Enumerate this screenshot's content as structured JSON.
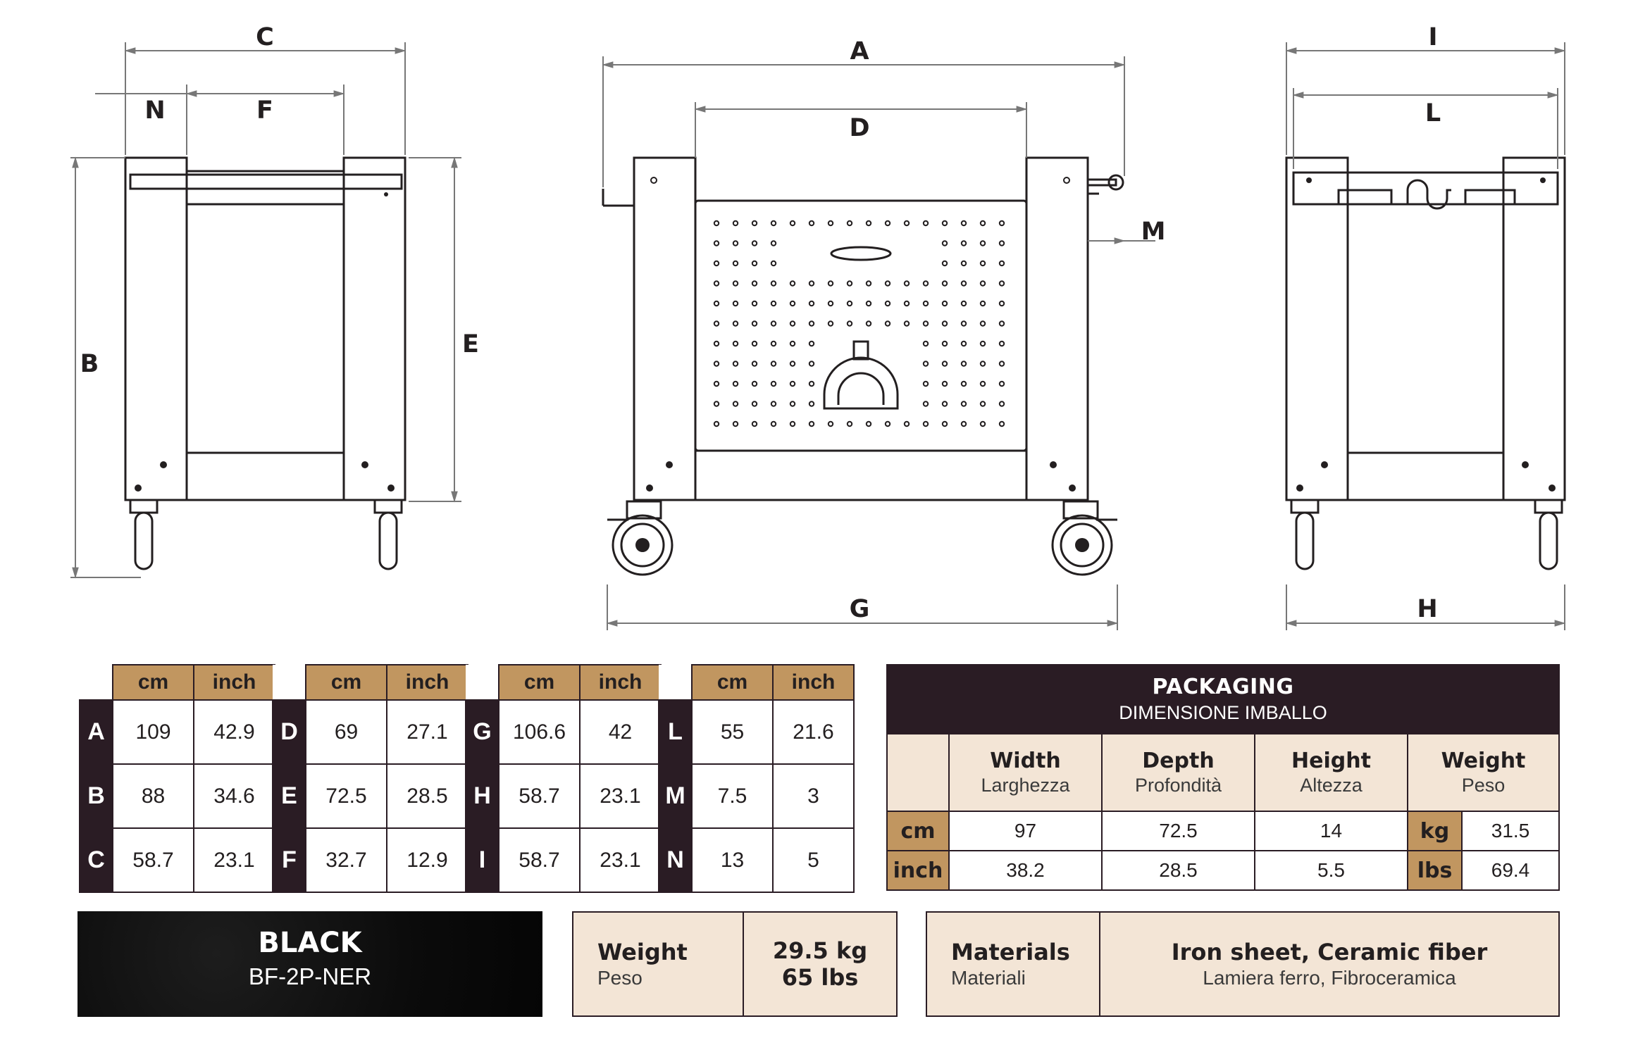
{
  "dimension_labels": {
    "A": "A",
    "B": "B",
    "C": "C",
    "D": "D",
    "E": "E",
    "F": "F",
    "G": "G",
    "H": "H",
    "I": "I",
    "L": "L",
    "M": "M",
    "N": "N"
  },
  "unit_headers": {
    "cm": "cm",
    "inch": "inch"
  },
  "dimension_tables": [
    {
      "rows": [
        {
          "letter": "A",
          "cm": "109",
          "inch": "42.9"
        },
        {
          "letter": "B",
          "cm": "88",
          "inch": "34.6"
        },
        {
          "letter": "C",
          "cm": "58.7",
          "inch": "23.1"
        }
      ]
    },
    {
      "rows": [
        {
          "letter": "D",
          "cm": "69",
          "inch": "27.1"
        },
        {
          "letter": "E",
          "cm": "72.5",
          "inch": "28.5"
        },
        {
          "letter": "F",
          "cm": "32.7",
          "inch": "12.9"
        }
      ]
    },
    {
      "rows": [
        {
          "letter": "G",
          "cm": "106.6",
          "inch": "42"
        },
        {
          "letter": "H",
          "cm": "58.7",
          "inch": "23.1"
        },
        {
          "letter": "I",
          "cm": "58.7",
          "inch": "23.1"
        }
      ]
    },
    {
      "rows": [
        {
          "letter": "L",
          "cm": "55",
          "inch": "21.6"
        },
        {
          "letter": "M",
          "cm": "7.5",
          "inch": "3"
        },
        {
          "letter": "N",
          "cm": "13",
          "inch": "5"
        }
      ]
    }
  ],
  "packaging": {
    "title": "PACKAGING",
    "subtitle": "DIMENSIONE IMBALLO",
    "columns": [
      {
        "label": "Width",
        "sub": "Larghezza"
      },
      {
        "label": "Depth",
        "sub": "Profondità"
      },
      {
        "label": "Height",
        "sub": "Altezza"
      },
      {
        "label": "Weight",
        "sub": "Peso"
      }
    ],
    "rows": [
      {
        "unit": "cm",
        "width": "97",
        "depth": "72.5",
        "height": "14",
        "w_unit": "kg",
        "weight": "31.5"
      },
      {
        "unit": "inch",
        "width": "38.2",
        "depth": "28.5",
        "height": "5.5",
        "w_unit": "lbs",
        "weight": "69.4"
      }
    ]
  },
  "color": {
    "name": "BLACK",
    "code": "BF-2P-NER"
  },
  "weight": {
    "label": "Weight",
    "sub": "Peso",
    "kg": "29.5 kg",
    "lbs": "65 lbs"
  },
  "materials": {
    "label": "Materials",
    "sub": "Materiali",
    "value": "Iron sheet, Ceramic fiber",
    "value_sub": "Lamiera ferro, Fibroceramica"
  },
  "colors": {
    "dark": "#2a1c24",
    "tan": "#c19660",
    "light_tan": "#f3e5d6"
  }
}
